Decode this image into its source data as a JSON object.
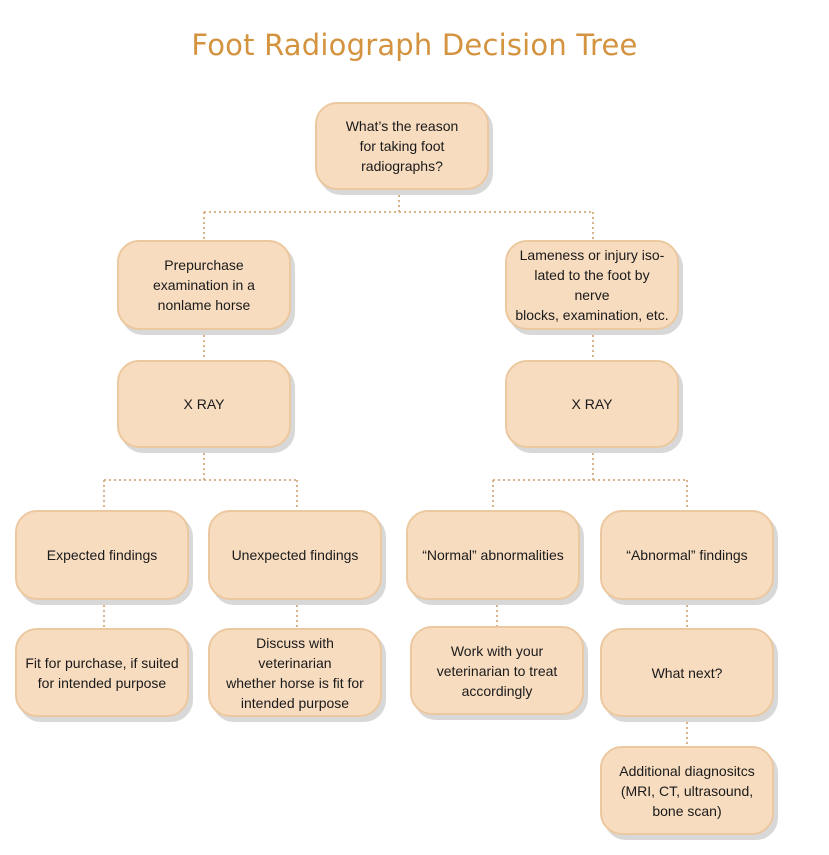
{
  "title": "Foot Radiograph Decision Tree",
  "nodes": {
    "root": "What’s the reason\nfor taking foot\nradiographs?",
    "prepurchase": "Prepurchase\nexamination in a\nnonlame horse",
    "lameness": "Lameness or injury iso-\nlated to the foot by nerve\nblocks, examination, etc.",
    "xray_left": "X RAY",
    "xray_right": "X RAY",
    "expected": "Expected findings",
    "unexpected": "Unexpected findings",
    "normal_abn": "“Normal” abnormalities",
    "abnormal": "“Abnormal” findings",
    "fit": "Fit for purchase, if suited\nfor intended purpose",
    "discuss": "Discuss with veterinarian\nwhether horse is fit for\nintended purpose",
    "work": "Work with your\nveterinarian to treat\naccordingly",
    "what_next": "What next?",
    "additional": "Additional diagnositcs\n(MRI, CT, ultrasound,\nbone scan)"
  },
  "colors": {
    "title": "#d3933f",
    "node_fill": "#f7dcc0",
    "node_border": "#ecc8a0",
    "connector": "#d9b48a"
  }
}
